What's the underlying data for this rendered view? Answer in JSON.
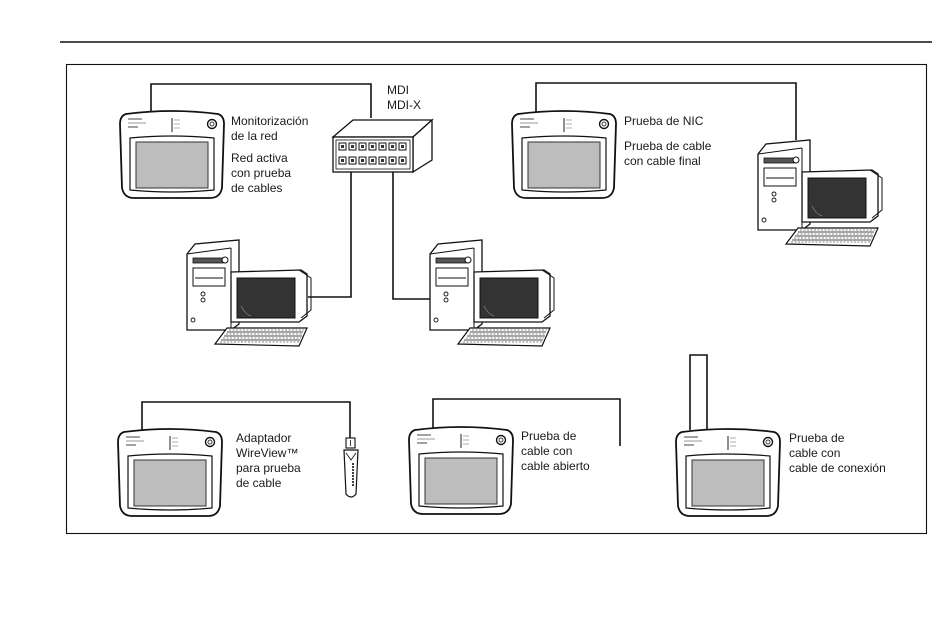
{
  "diagram": {
    "title": "",
    "hub": {
      "labels": [
        "MDI",
        "MDI-X"
      ]
    },
    "scenarios": [
      {
        "id": "network-monitoring",
        "lines": [
          "Monitorización",
          "de la red"
        ],
        "sublines": [
          "Red activa",
          "con prueba",
          "de cables"
        ]
      },
      {
        "id": "nic-test",
        "lines": [
          "Prueba de NIC"
        ],
        "sublines": [
          "Prueba de cable",
          "con cable final"
        ]
      },
      {
        "id": "wireview-adapter",
        "lines": [
          "Adaptador",
          "WireView™",
          "para prueba",
          "de cable"
        ]
      },
      {
        "id": "open-cable-test",
        "lines": [
          "Prueba de",
          "cable con",
          "cable abierto"
        ]
      },
      {
        "id": "patch-cable-test",
        "lines": [
          "Prueba de",
          "cable con",
          "cable de conexión"
        ]
      }
    ],
    "colors": {
      "line": "#111111",
      "screen_gray": "#bdbdbd",
      "monitor_dark": "#333333",
      "background": "#ffffff"
    }
  }
}
